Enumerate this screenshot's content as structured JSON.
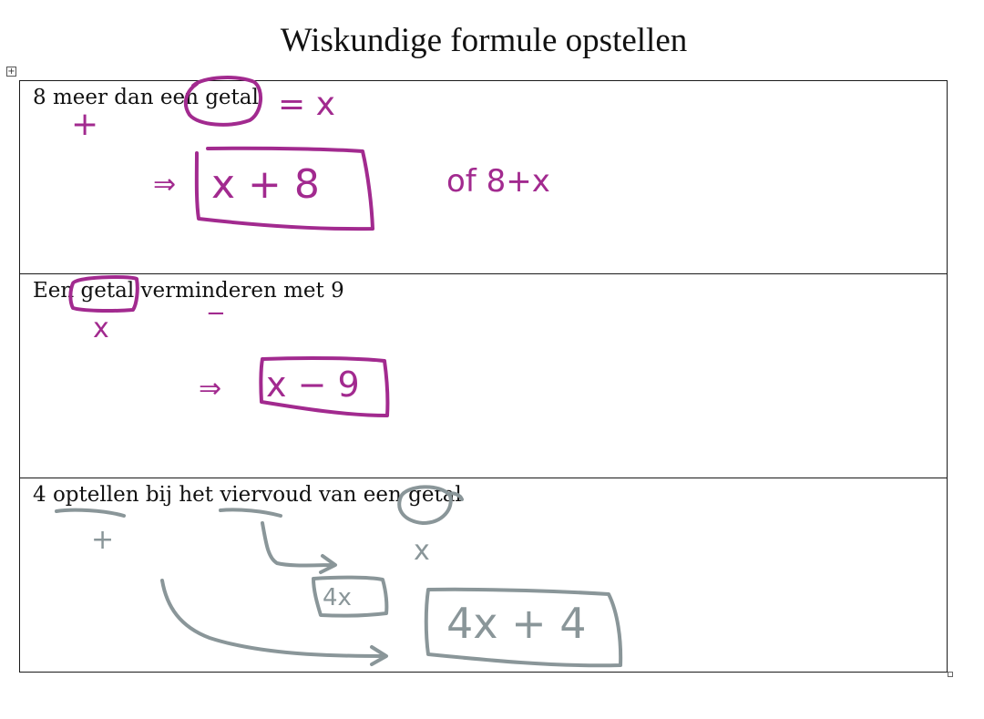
{
  "document": {
    "title": "Wiskundige formule opstellen",
    "table_move_handle": "+",
    "rows": [
      {
        "text": "8 meer dan een getal",
        "annotations": {
          "plus": "+",
          "equals_x": "= x",
          "arrow": "⇒",
          "answer": "x + 8",
          "alternative": "of 8+x"
        }
      },
      {
        "text": "Een getal verminderen met 9",
        "annotations": {
          "x": "x",
          "minus": "−",
          "arrow": "⇒",
          "answer": "x − 9"
        }
      },
      {
        "text": "4 optellen bij het viervoud van een getal",
        "annotations": {
          "plus": "+",
          "x": "x",
          "fourx": "4x",
          "answer": "4x + 4"
        }
      }
    ]
  },
  "colors": {
    "ink_magenta": "#a22a8f",
    "ink_gray": "#8a9699",
    "text": "#111111",
    "border": "#1a1a1a"
  }
}
